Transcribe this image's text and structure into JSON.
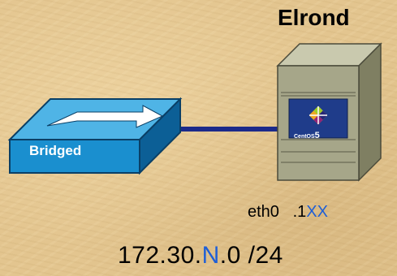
{
  "host": {
    "name": "Elrond"
  },
  "switch": {
    "label": "Bridged"
  },
  "server": {
    "os_name": "CentOS",
    "os_version": "5"
  },
  "interface": {
    "name": "eth0",
    "addr_prefix": ".1",
    "addr_suffix": "XX"
  },
  "network": {
    "prefix": "172.30.",
    "variable": "N",
    "suffix": ".0 /24"
  },
  "colors": {
    "background": "#e3c58f",
    "switch_face": "#1a9ad6",
    "cable": "#1c2a8a",
    "server": "#9a9a7a",
    "highlight": "#1f5fd6"
  }
}
